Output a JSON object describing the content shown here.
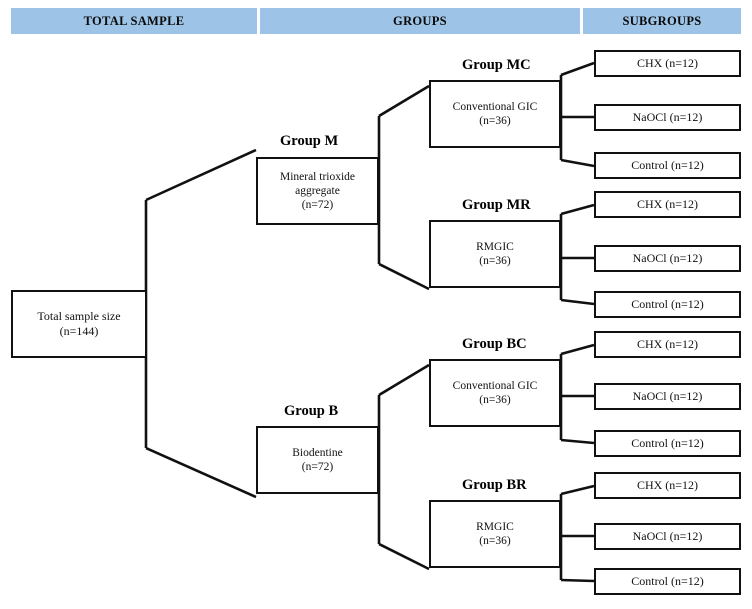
{
  "header": {
    "bands": [
      {
        "id": "total",
        "label": "TOTAL SAMPLE"
      },
      {
        "id": "groups",
        "label": "GROUPS"
      },
      {
        "id": "subs",
        "label": "SUBGROUPS"
      }
    ],
    "band_color": "#9dc3e6"
  },
  "colors": {
    "band": "#9dc3e6",
    "box_border": "#111111",
    "box_fill": "#ffffff",
    "text": "#111111",
    "page_background": "#ffffff"
  },
  "root": {
    "line1": "Total sample size",
    "line2": "(n=144)"
  },
  "groups": [
    {
      "title": "Group M",
      "line1": "Mineral trioxide",
      "line2": "aggregate",
      "line3": "(n=72)"
    },
    {
      "title": "Group B",
      "line1": "Biodentine",
      "line2": "(n=72)",
      "line3": ""
    }
  ],
  "subgroup_blocks": [
    {
      "title": "Group MC",
      "line1": "Conventional GIC",
      "line2": "(n=36)",
      "children": [
        {
          "label": "CHX (n=12)"
        },
        {
          "label": "NaOCl (n=12)"
        },
        {
          "label": "Control (n=12)"
        }
      ]
    },
    {
      "title": "Group MR",
      "line1": "RMGIC",
      "line2": "(n=36)",
      "children": [
        {
          "label": "CHX (n=12)"
        },
        {
          "label": "NaOCl (n=12)"
        },
        {
          "label": "Control (n=12)"
        }
      ]
    },
    {
      "title": "Group BC",
      "line1": "Conventional GIC",
      "line2": "(n=36)",
      "children": [
        {
          "label": "CHX (n=12)"
        },
        {
          "label": "NaOCl (n=12)"
        },
        {
          "label": "Control (n=12)"
        }
      ]
    },
    {
      "title": "Group BR",
      "line1": "RMGIC",
      "line2": "(n=36)",
      "children": [
        {
          "label": "CHX (n=12)"
        },
        {
          "label": "NaOCl (n=12)"
        },
        {
          "label": "Control (n=12)"
        }
      ]
    }
  ]
}
